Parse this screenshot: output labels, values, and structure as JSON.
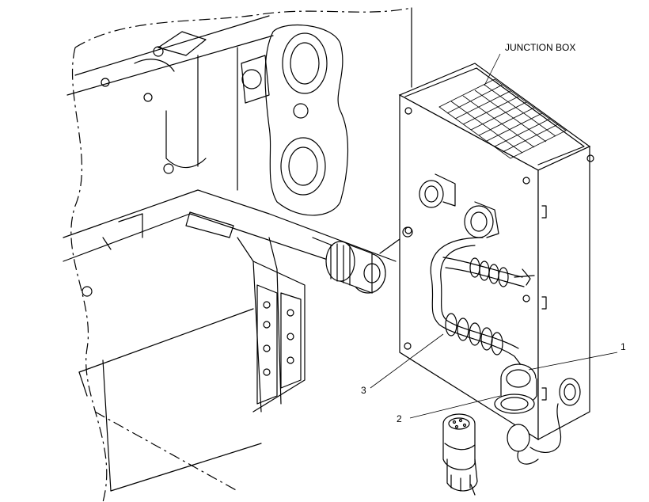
{
  "callouts": {
    "junction_box": "JUNCTION BOX",
    "item_1": "1",
    "item_2": "2",
    "item_3": "3"
  }
}
